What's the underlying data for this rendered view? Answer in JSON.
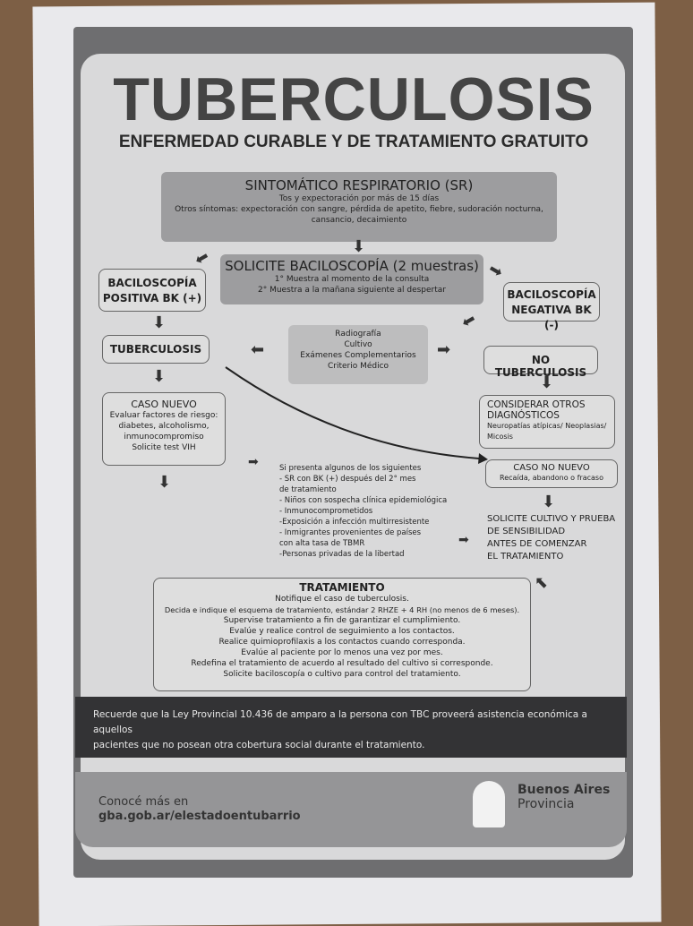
{
  "title": "TUBERCULOSIS",
  "subtitle": "ENFERMEDAD CURABLE Y DE TRATAMIENTO GRATUITO",
  "sr": {
    "heading": "SINTOMÁTICO RESPIRATORIO (SR)",
    "line1": "Tos y expectoración por más de 15 días",
    "line2": "Otros síntomas: expectoración con sangre, pérdida de apetito, fiebre, sudoración nocturna,",
    "line3": "cansancio, decaimiento"
  },
  "baciloscopia": {
    "heading": "SOLICITE BACILOSCOPÍA (2 muestras)",
    "line1": "1° Muestra al momento de la consulta",
    "line2": "2° Muestra a la mañana siguiente al despertar"
  },
  "positiva": {
    "line1": "BACILOSCOPÍA",
    "line2": "POSITIVA BK (+)"
  },
  "negativa": {
    "line1": "BACILOSCOPÍA",
    "line2": "NEGATIVA BK (-)"
  },
  "tuberculosis": "TUBERCULOSIS",
  "no_tuberculosis": "NO TUBERCULOSIS",
  "estudios": [
    "Radiografía",
    "Cultivo",
    "Exámenes Complementarios",
    "Criterio Médico"
  ],
  "caso_nuevo": {
    "heading": "CASO NUEVO",
    "lines": [
      "Evaluar factores de riesgo:",
      "diabetes, alcoholismo,",
      "inmunocompromiso",
      "Solicite test VIH"
    ]
  },
  "otros_diag": {
    "heading1": "CONSIDERAR OTROS",
    "heading2": "DIAGNÓSTICOS",
    "line1": "Neuropatías atípicas/ Neoplasias/",
    "line2": "Micosis"
  },
  "caso_no_nuevo": {
    "heading": "CASO NO NUEVO",
    "line": "Recaída, abandono o fracaso"
  },
  "criterios": [
    "Si presenta algunos de los siguientes",
    "- SR con BK (+) después del 2° mes",
    "de tratamiento",
    "- Niños con sospecha clínica epidemiológica",
    "- Inmunocomprometidos",
    "-Exposición a infección multirresistente",
    "- Inmigrantes provenientes de países",
    "con alta tasa de TBMR",
    "-Personas privadas de la libertad"
  ],
  "cultivo": [
    "SOLICITE CULTIVO Y PRUEBA",
    "DE SENSIBILIDAD",
    "ANTES DE COMENZAR",
    "EL TRATAMIENTO"
  ],
  "tratamiento": {
    "heading": "TRATAMIENTO",
    "lines": [
      "Notifique el caso de tuberculosis.",
      "Decida e indique el esquema de tratamiento, estándar 2 RHZE + 4 RH (no menos de 6 meses).",
      "Supervise tratamiento a fin de garantizar el cumplimiento.",
      "Evalúe y realice control de seguimiento a los contactos.",
      "Realice quimioprofilaxis a los contactos cuando corresponda.",
      "Evalúe al paciente por lo menos una vez por mes.",
      "Redefina el tratamiento de acuerdo al resultado del cultivo si corresponde.",
      "Solicite baciloscopía o cultivo para control del tratamiento."
    ]
  },
  "banner": {
    "line1": "Recuerde que la Ley Provincial 10.436 de amparo a la persona con TBC proveerá asistencia económica a aquellos",
    "line2": "pacientes que no posean otra cobertura social durante el tratamiento."
  },
  "footer": {
    "line1": "Conocé más en",
    "line2": "gba.gob.ar/elestadoentubarrio",
    "logo1": "Buenos Aires",
    "logo2": "Provincia"
  }
}
